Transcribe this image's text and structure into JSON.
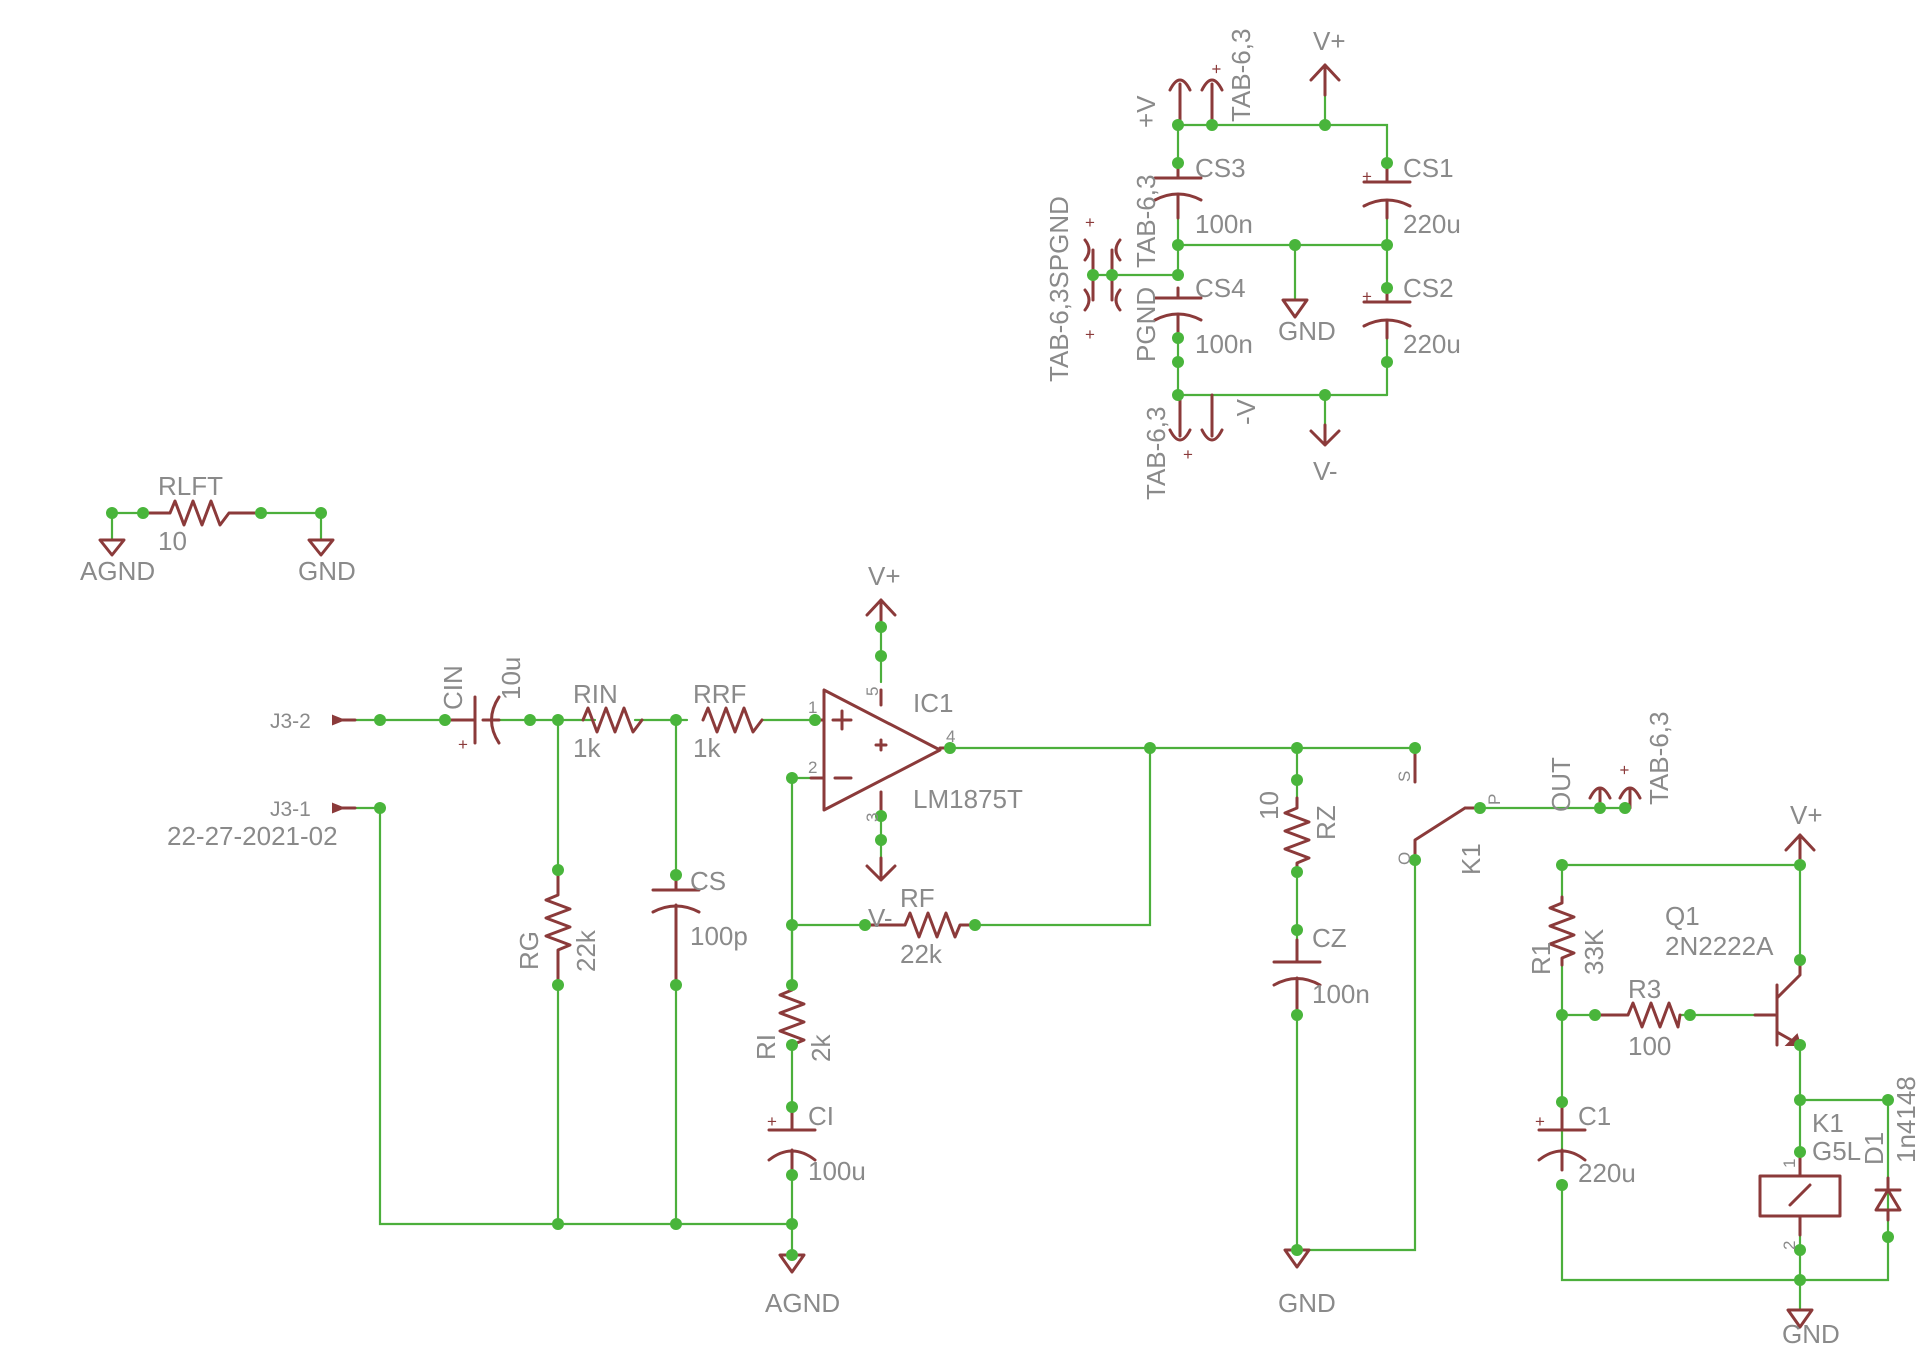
{
  "labels": {
    "vplus": "V+",
    "vminus": "V-",
    "gnd": "GND",
    "agnd": "AGND",
    "pgnd": "PGND",
    "spgnd": "SPGND",
    "plus_v": "+V",
    "minus_v": "-V",
    "tab": "TAB-6,3",
    "tab_spgnd": "TAB-6,3SPGND",
    "out": "OUT",
    "plus": "+"
  },
  "connector": {
    "j3_2": "J3-2",
    "j3_1": "J3-1",
    "part": "22-27-2021-02"
  },
  "ic": {
    "name": "IC1",
    "value": "LM1875T",
    "pins": [
      "1",
      "2",
      "3",
      "4",
      "5"
    ]
  },
  "components": {
    "rlft": {
      "name": "RLFT",
      "value": "10"
    },
    "cin": {
      "name": "CIN",
      "value": "10u"
    },
    "rin": {
      "name": "RIN",
      "value": "1k"
    },
    "rrf": {
      "name": "RRF",
      "value": "1k"
    },
    "rg": {
      "name": "RG",
      "value": "22k"
    },
    "cs": {
      "name": "CS",
      "value": "100p"
    },
    "rf": {
      "name": "RF",
      "value": "22k"
    },
    "ri": {
      "name": "RI",
      "value": "2k"
    },
    "ci": {
      "name": "CI",
      "value": "100u"
    },
    "rz": {
      "name": "RZ",
      "value": "10"
    },
    "cz": {
      "name": "CZ",
      "value": "100n"
    },
    "cs1": {
      "name": "CS1",
      "value": "220u"
    },
    "cs2": {
      "name": "CS2",
      "value": "220u"
    },
    "cs3": {
      "name": "CS3",
      "value": "100n"
    },
    "cs4": {
      "name": "CS4",
      "value": "100n"
    },
    "r1": {
      "name": "R1",
      "value": "33K"
    },
    "r3": {
      "name": "R3",
      "value": "100"
    },
    "q1": {
      "name": "Q1",
      "value": "2N2222A"
    },
    "c1": {
      "name": "C1",
      "value": "220u"
    },
    "k1": {
      "name": "K1",
      "value": "G5L"
    },
    "d1": {
      "name": "D1",
      "value": "1n4148"
    }
  },
  "relay_contact": {
    "name": "K1",
    "s": "S",
    "p": "P",
    "o": "O",
    "pin1": "1",
    "pin2": "2"
  },
  "colors": {
    "wire": "#4caf3c",
    "symbol": "#8b3a3a",
    "label": "#8a8a8a"
  }
}
